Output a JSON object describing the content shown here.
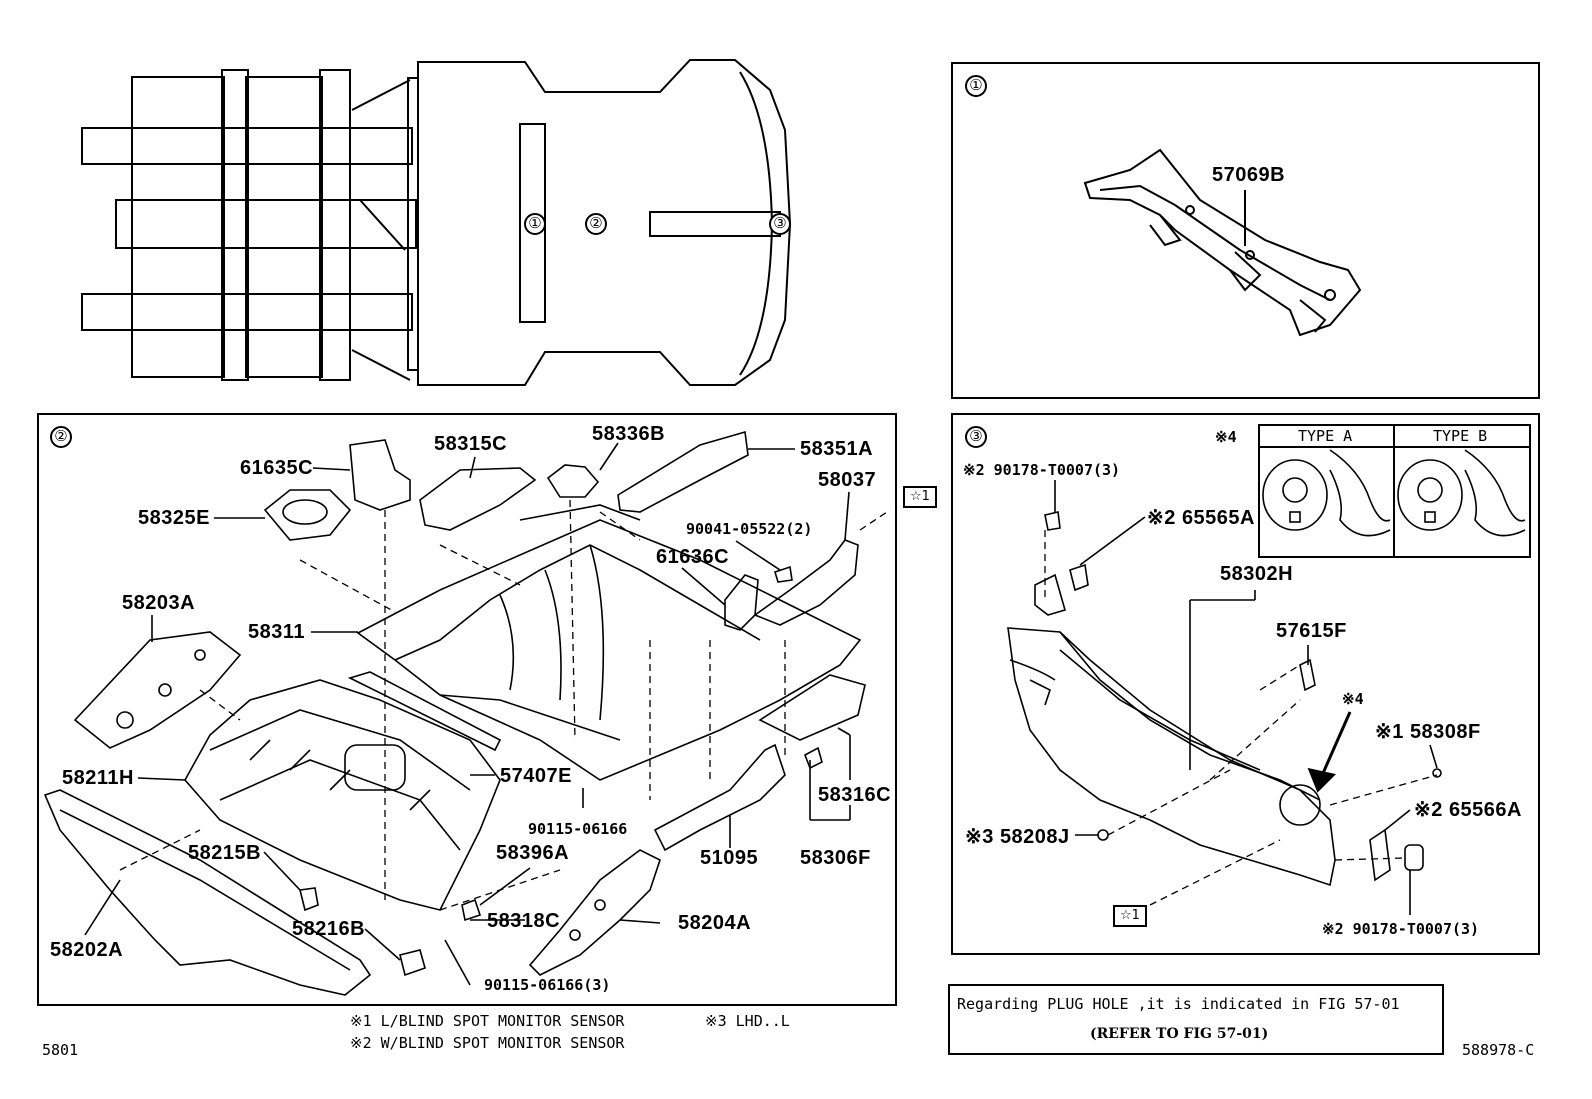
{
  "diagram_id": "588978-C",
  "page_ref": "5801",
  "overview": {
    "markers": [
      "①",
      "②",
      "③"
    ]
  },
  "panel1": {
    "marker": "①",
    "parts": [
      "57069B"
    ]
  },
  "panel2": {
    "marker": "②",
    "star_ref": "☆1",
    "parts": {
      "p61635C": "61635C",
      "p58315C": "58315C",
      "p58336B": "58336B",
      "p58351A": "58351A",
      "p58037": "58037",
      "p58325E": "58325E",
      "p90041": "90041-05522(2)",
      "p61636C": "61636C",
      "p58203A": "58203A",
      "p58311": "58311",
      "p58211H": "58211H",
      "p57407E": "57407E",
      "p90115a": "90115-06166",
      "p58316C": "58316C",
      "p58396A": "58396A",
      "p58215B": "58215B",
      "p51095": "51095",
      "p58306F": "58306F",
      "p58318C": "58318C",
      "p58216B": "58216B",
      "p58204A": "58204A",
      "p58202A": "58202A",
      "p90115b": "90115-06166(3)"
    }
  },
  "panel3": {
    "marker": "③",
    "star_ref": "☆1",
    "type_box": {
      "note": "※4",
      "type_a": "TYPE A",
      "type_b": "TYPE B"
    },
    "parts": {
      "p90178a": "※2 90178-T0007(3)",
      "p65565A": "※2 65565A",
      "p58302H": "58302H",
      "p57615F": "57615F",
      "p_note4": "※4",
      "p58308F": "※1 58308F",
      "p65566A": "※2 65566A",
      "p58208J": "※3 58208J",
      "p90178b": "※2 90178-T0007(3)"
    }
  },
  "footnotes": {
    "n1": "※1 L/BLIND SPOT MONITOR SENSOR",
    "n2": "※2 W/BLIND SPOT MONITOR SENSOR",
    "n3": "※3 LHD..L"
  },
  "plug_note": {
    "line1": "Regarding PLUG HOLE ,it is indicated in FIG 57-01",
    "line2": "(REFER TO FIG 57-01)"
  }
}
